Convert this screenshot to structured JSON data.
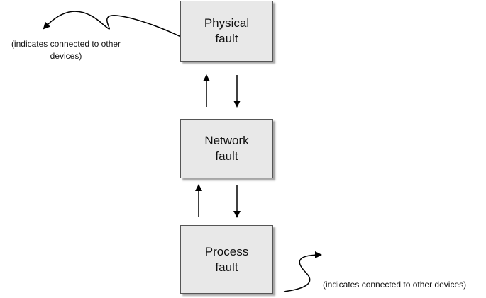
{
  "diagram": {
    "nodes": [
      {
        "id": "physical",
        "lines": [
          "Physical",
          "fault"
        ]
      },
      {
        "id": "network",
        "lines": [
          "Network",
          "fault"
        ]
      },
      {
        "id": "process",
        "lines": [
          "Process",
          "fault"
        ]
      }
    ],
    "edges": [
      {
        "from": "network",
        "to": "physical"
      },
      {
        "from": "physical",
        "to": "network"
      },
      {
        "from": "process",
        "to": "network"
      },
      {
        "from": "network",
        "to": "process"
      }
    ],
    "annotations": {
      "physical_note_lines": [
        "(indicates connected to other",
        "devices)"
      ],
      "process_note": "(indicates connected to other devices)"
    }
  }
}
